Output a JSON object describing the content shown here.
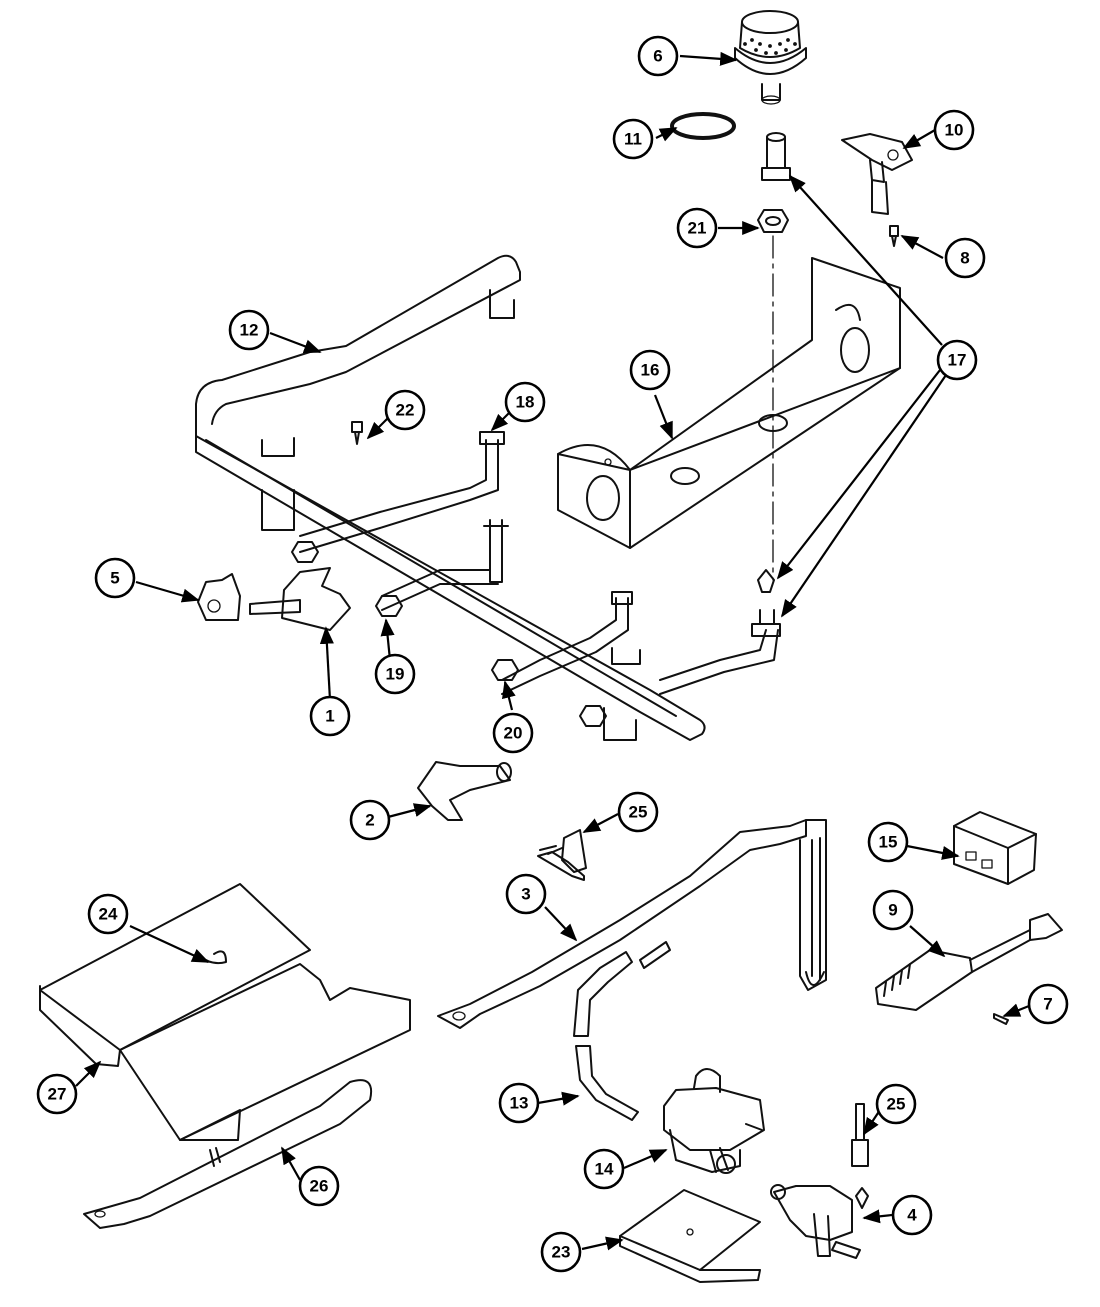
{
  "colors": {
    "ink": "#111111",
    "background": "#ffffff"
  },
  "callouts": [
    {
      "label": "1"
    },
    {
      "label": "2"
    },
    {
      "label": "3"
    },
    {
      "label": "4"
    },
    {
      "label": "5"
    },
    {
      "label": "6"
    },
    {
      "label": "7"
    },
    {
      "label": "8"
    },
    {
      "label": "9"
    },
    {
      "label": "10"
    },
    {
      "label": "11"
    },
    {
      "label": "12"
    },
    {
      "label": "13"
    },
    {
      "label": "14"
    },
    {
      "label": "15"
    },
    {
      "label": "16"
    },
    {
      "label": "17"
    },
    {
      "label": "18"
    },
    {
      "label": "19"
    },
    {
      "label": "20"
    },
    {
      "label": "21"
    },
    {
      "label": "22"
    },
    {
      "label": "23"
    },
    {
      "label": "24"
    },
    {
      "label": "25"
    },
    {
      "label": "25"
    },
    {
      "label": "26"
    },
    {
      "label": "27"
    }
  ]
}
